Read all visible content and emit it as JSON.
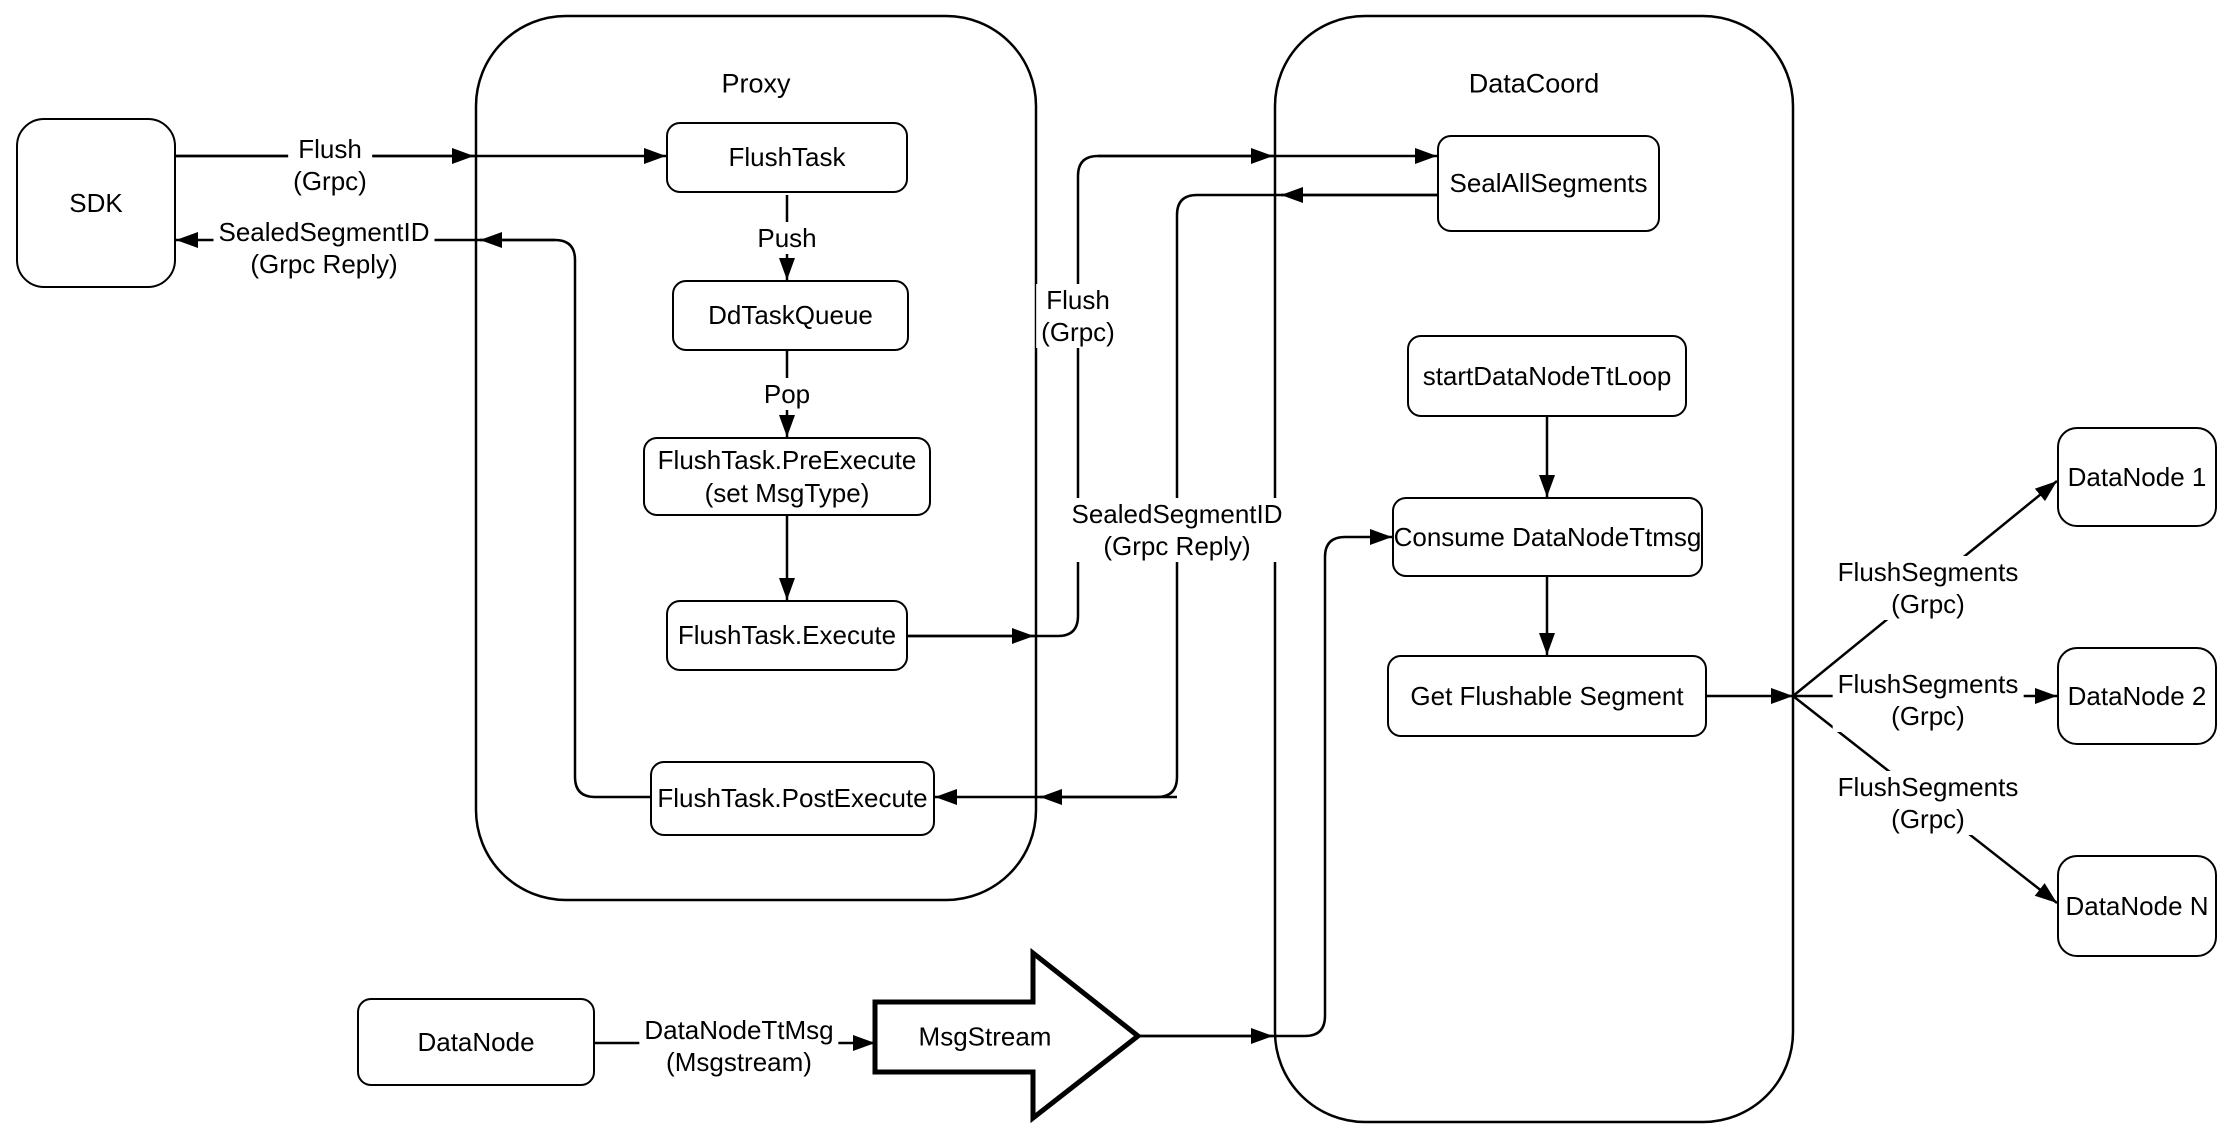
{
  "containers": {
    "proxy": {
      "label": "Proxy"
    },
    "datacoord": {
      "label": "DataCoord"
    }
  },
  "nodes": {
    "sdk": "SDK",
    "flush_task": "FlushTask",
    "dd_task_queue": "DdTaskQueue",
    "pre_execute": [
      "FlushTask.PreExecute",
      "(set MsgType)"
    ],
    "execute": "FlushTask.Execute",
    "post_execute": "FlushTask.PostExecute",
    "seal_all_segments": "SealAllSegments",
    "start_datanode_tt_loop": "startDataNodeTtLoop",
    "consume_datanode_ttmsg": "Consume DataNodeTtmsg",
    "get_flushable_segment": "Get Flushable Segment",
    "datanode_1": "DataNode 1",
    "datanode_2": "DataNode 2",
    "datanode_n": "DataNode N",
    "datanode": "DataNode",
    "msgstream": "MsgStream"
  },
  "edge_labels": {
    "flush_in": [
      "Flush",
      "(Grpc)"
    ],
    "sealed_reply_out": [
      "SealedSegmentID",
      "(Grpc Reply)"
    ],
    "push": "Push",
    "pop": "Pop",
    "flush_mid": [
      "Flush",
      "(Grpc)"
    ],
    "sealed_reply_mid": [
      "SealedSegmentID",
      "(Grpc Reply)"
    ],
    "flush_segments_1": [
      "FlushSegments",
      "(Grpc)"
    ],
    "flush_segments_2": [
      "FlushSegments",
      "(Grpc)"
    ],
    "flush_segments_3": [
      "FlushSegments",
      "(Grpc)"
    ],
    "datanode_tt_msg": [
      "DataNodeTtMsg",
      "(Msgstream)"
    ]
  },
  "colors": {
    "stroke": "#000000",
    "fill": "#ffffff",
    "background": "#ffffff"
  }
}
